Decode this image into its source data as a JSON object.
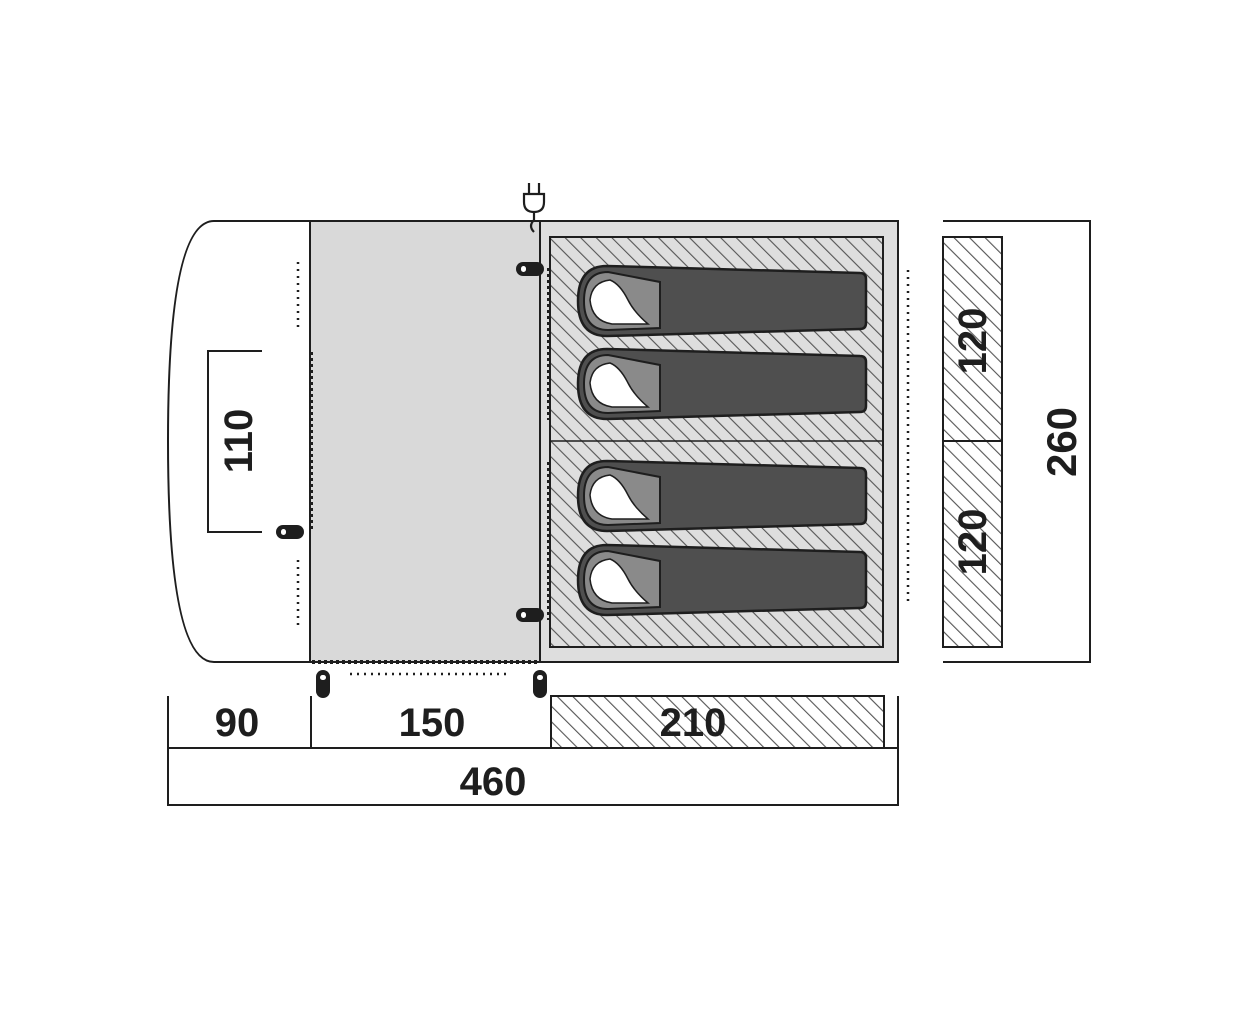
{
  "colors": {
    "line": "#1e1e1e",
    "floor": "#d9d9d9",
    "bedroom": "#dedede",
    "bag": "#4f4f4f",
    "pillow": "#8a8a8a",
    "hatch": "#555555",
    "background": "#ffffff"
  },
  "dimensions": {
    "porch_depth": "90",
    "living_depth": "150",
    "bedroom_depth": "210",
    "total_length": "460",
    "door_width": "110",
    "bedroom_width_1": "120",
    "bedroom_width_2": "120",
    "total_width": "260"
  },
  "icons": [
    "power-plug-icon",
    "sleeping-bag-icon",
    "tent-peg-icon"
  ]
}
